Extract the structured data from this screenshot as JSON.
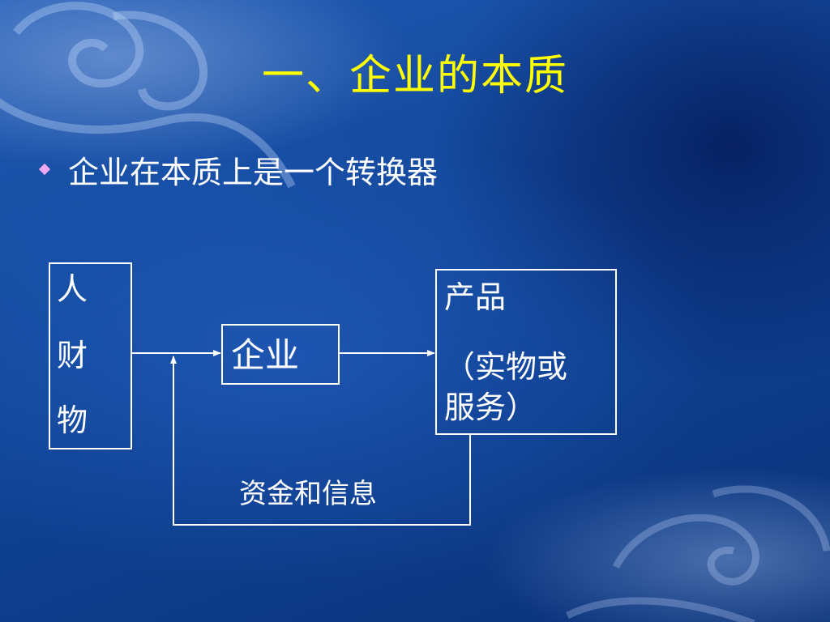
{
  "slide": {
    "title": "一、企业的本质",
    "bullet": {
      "icon": "diamond-bullet-icon",
      "text": "企业在本质上是一个转换器"
    }
  },
  "diagram": {
    "input_box": {
      "lines": [
        "人",
        "财",
        "物"
      ]
    },
    "center_box": {
      "label": "企业"
    },
    "output_box": {
      "lines": [
        "产品",
        "（实物或",
        "服务）"
      ]
    },
    "feedback_label": "资金和信息"
  },
  "colors": {
    "title": "#ffff00",
    "text": "#ffffff",
    "bullet": "#f0a8f0",
    "background": "#144a9e"
  }
}
